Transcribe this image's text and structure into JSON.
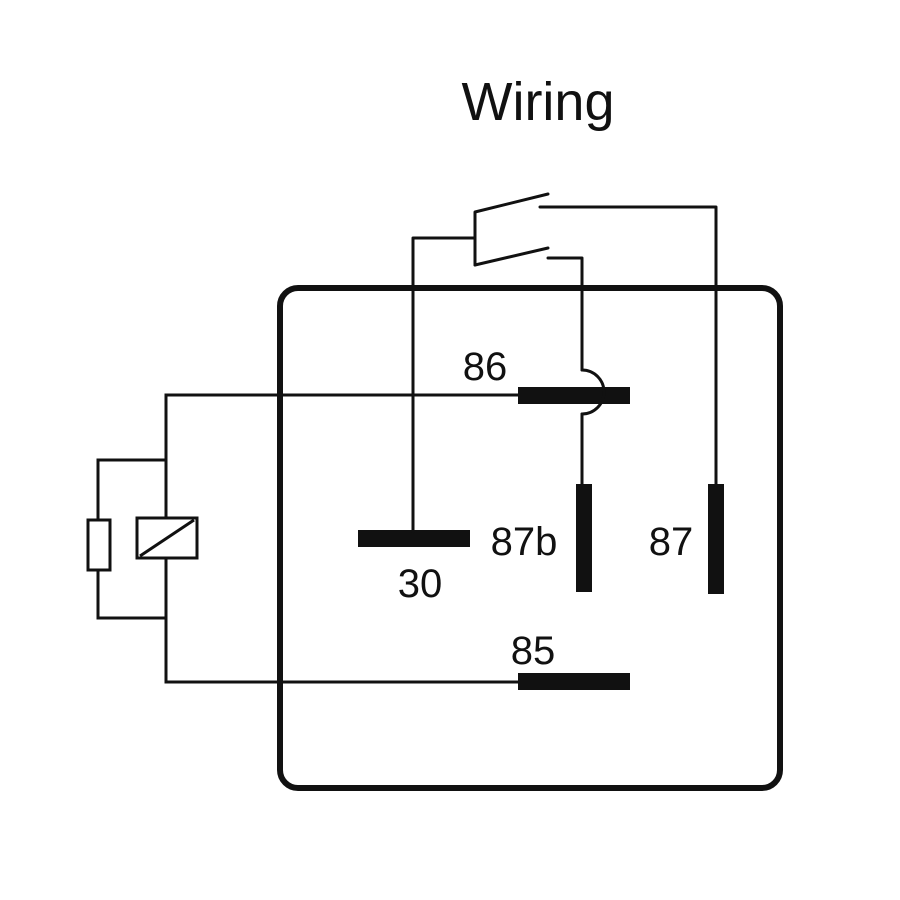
{
  "title": "Wiring",
  "pins": {
    "p86": "86",
    "p85": "85",
    "p30": "30",
    "p87": "87",
    "p87b": "87b"
  },
  "colors": {
    "line": "#111111",
    "background": "#ffffff"
  }
}
